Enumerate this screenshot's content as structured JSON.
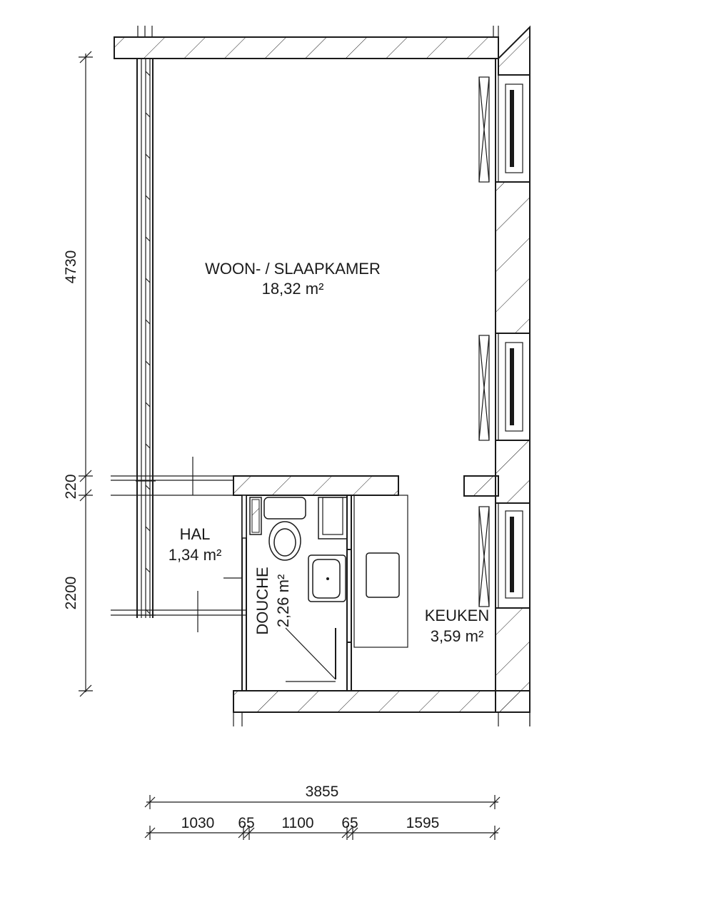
{
  "rooms": {
    "woon_slaapkamer": {
      "name": "WOON- / SLAAPKAMER",
      "area": "18,32 m²"
    },
    "hal": {
      "name": "HAL",
      "area": "1,34 m²"
    },
    "douche": {
      "name": "DOUCHE",
      "area": "2,26 m²"
    },
    "keuken": {
      "name": "KEUKEN",
      "area": "3,59 m²"
    }
  },
  "dimensions": {
    "vertical": [
      "4730",
      "220",
      "2200"
    ],
    "horizontal_total": "3855",
    "horizontal_parts": [
      "1030",
      "65",
      "1100",
      "65",
      "1595"
    ]
  },
  "colors": {
    "line": "#1a1a1a",
    "background": "#ffffff"
  }
}
